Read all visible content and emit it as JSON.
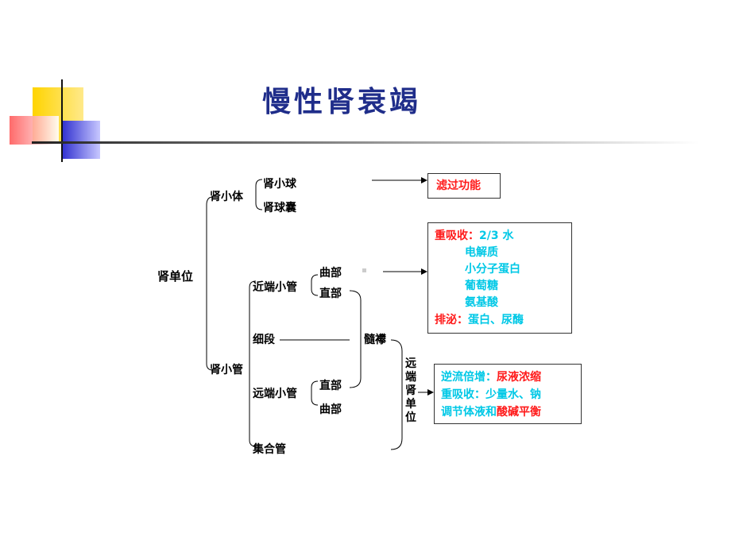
{
  "title": "慢性肾衰竭",
  "nodes": {
    "nephron": "肾单位",
    "renal_corpuscle": "肾小体",
    "glomerulus": "肾小球",
    "capsule": "肾球囊",
    "renal_tubule": "肾小管",
    "proximal": "近端小管",
    "prox_curved": "曲部",
    "prox_straight": "直部",
    "thin": "细段",
    "distal": "远端小管",
    "dist_straight": "直部",
    "dist_curved": "曲部",
    "collecting": "集合管",
    "loop": "髓襻",
    "distal_nephron": "远端肾单位"
  },
  "boxes": {
    "filtration": "滤过功能",
    "prox_reabsorb_label": "重吸收：",
    "prox_reabsorb_value": "2/3 水",
    "prox_items": [
      "电解质",
      "小分子蛋白",
      "葡萄糖",
      "氨基酸"
    ],
    "prox_excrete_label": "排泌：",
    "prox_excrete_value": "蛋白、尿酶",
    "dist_line1_a": "逆流倍增：",
    "dist_line1_b": "尿液浓缩",
    "dist_line2": "重吸收：少量水、钠",
    "dist_line3_a": "调节体液和",
    "dist_line3_b": "酸碱平衡"
  },
  "colors": {
    "title": "#1f2d8a",
    "red": "#ff1a1a",
    "cyan": "#00c8e6",
    "yellow": "#ffd400",
    "blue": "#3a3ad6",
    "pink": "#ff6b6b"
  }
}
